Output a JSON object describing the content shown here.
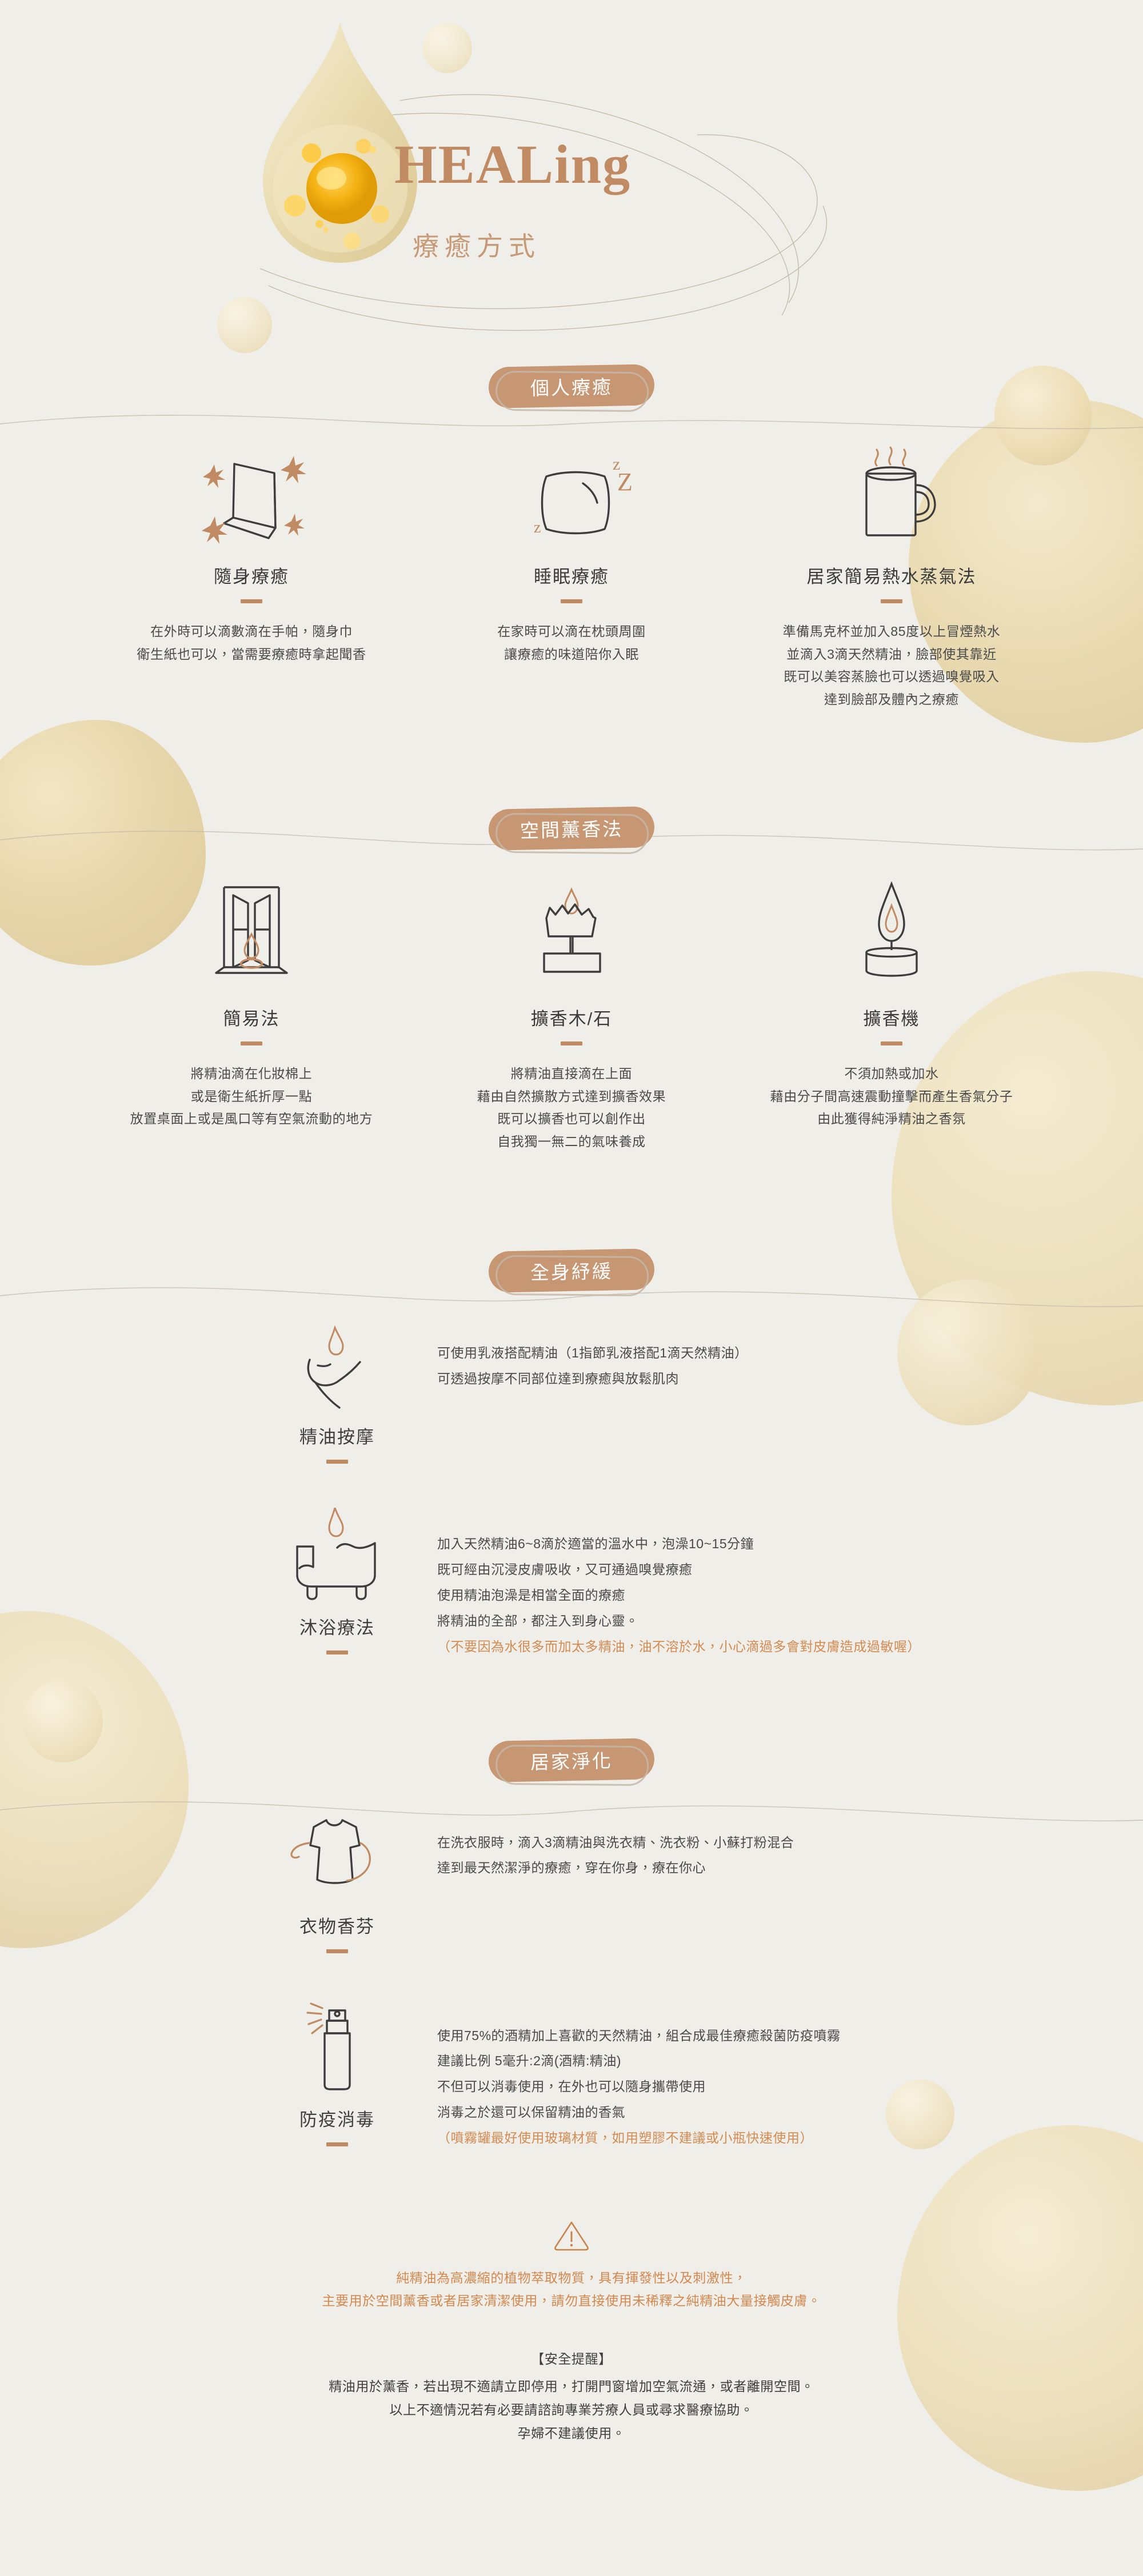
{
  "header": {
    "brand": "HEALing",
    "subtitle": "療癒方式"
  },
  "sections": [
    {
      "pill": "個人療癒",
      "layout": "cards3",
      "cards": [
        {
          "icon": "handkerchief-icon",
          "title": "隨身療癒",
          "desc_lines": [
            "在外時可以滴數滴在手帕，隨身巾",
            "衛生紙也可以，當需要療癒時拿起聞香"
          ]
        },
        {
          "icon": "pillow-icon",
          "title": "睡眠療癒",
          "desc_lines": [
            "在家時可以滴在枕頭周圍",
            "讓療癒的味道陪你入眠"
          ]
        },
        {
          "icon": "steaming-mug-icon",
          "title": "居家簡易熱水蒸氣法",
          "desc_lines": [
            "準備馬克杯並加入85度以上冒煙熱水",
            "並滴入3滴天然精油，臉部使其靠近",
            "既可以美容蒸臉也可以透過嗅覺吸入",
            "達到臉部及體內之療癒"
          ]
        }
      ]
    },
    {
      "pill": "空間薰香法",
      "layout": "cards3",
      "cards": [
        {
          "icon": "open-window-icon",
          "title": "簡易法",
          "desc_lines": [
            "將精油滴在化妝棉上",
            "或是衛生紙折厚一點",
            "放置桌面上或是風口等有空氣流動的地方"
          ]
        },
        {
          "icon": "diffuser-wood-stone-icon",
          "title": "擴香木/石",
          "desc_lines": [
            "將精油直接滴在上面",
            "藉由自然擴散方式達到擴香效果",
            "既可以擴香也可以創作出",
            "自我獨一無二的氣味養成"
          ]
        },
        {
          "icon": "candle-diffuser-icon",
          "title": "擴香機",
          "desc_lines": [
            "不須加熱或加水",
            "藉由分子間高速震動撞擊而產生香氣分子",
            "由此獲得純淨精油之香氛"
          ]
        }
      ]
    },
    {
      "pill": "全身紓緩",
      "layout": "rows",
      "rows": [
        {
          "icon": "hand-drop-icon",
          "title": "精油按摩",
          "desc_lines": [
            "可使用乳液搭配精油（1指節乳液搭配1滴天然精油）",
            "可透過按摩不同部位達到療癒與放鬆肌肉"
          ],
          "warn_lines": []
        },
        {
          "icon": "bathtub-icon",
          "title": "沐浴療法",
          "desc_lines": [
            "加入天然精油6~8滴於適當的溫水中，泡澡10~15分鐘",
            "既可經由沉浸皮膚吸收，又可通過嗅覺療癒",
            "使用精油泡澡是相當全面的療癒",
            "將精油的全部，都注入到身心靈。"
          ],
          "warn_lines": [
            "（不要因為水很多而加太多精油，油不溶於水，小心滴過多會對皮膚造成過敏喔）"
          ]
        }
      ]
    },
    {
      "pill": "居家淨化",
      "layout": "rows",
      "rows": [
        {
          "icon": "tshirt-icon",
          "title": "衣物香芬",
          "desc_lines": [
            "在洗衣服時，滴入3滴精油與洗衣精、洗衣粉、小蘇打粉混合",
            "達到最天然潔淨的療癒，穿在你身，療在你心"
          ],
          "warn_lines": []
        },
        {
          "icon": "spray-bottle-icon",
          "title": "防疫消毒",
          "desc_lines": [
            "使用75%的酒精加上喜歡的天然精油，組合成最佳療癒殺菌防疫噴霧",
            "建議比例 5毫升:2滴(酒精:精油)",
            "不但可以消毒使用，在外也可以隨身攜帶使用",
            "消毒之於還可以保留精油的香氣"
          ],
          "warn_lines": [
            "（噴霧罐最好使用玻璃材質，如用塑膠不建議或小瓶快速使用）"
          ]
        }
      ]
    }
  ],
  "footer": {
    "icon": "warning-triangle-icon",
    "warn_lines": [
      "純精油為高濃縮的植物萃取物質，具有揮發性以及刺激性，",
      "主要用於空間薰香或者居家清潔使用，請勿直接使用未稀釋之純精油大量接觸皮膚。"
    ],
    "notice_title": "【安全提醒】",
    "notice_lines": [
      "精油用於薰香，若出現不適請立即停用，打開門窗增加空氣流通，或者離開空間。",
      "以上不適情況若有必要請諮詢專業芳療人員或尋求醫療協助。",
      "孕婦不建議使用。"
    ]
  },
  "colors": {
    "background": "#efeee9",
    "accent": "#c79673",
    "accent_dark": "#c08a62",
    "warn": "#d3884f",
    "ink": "#3f3f3f",
    "line": "#3d3d3d"
  }
}
